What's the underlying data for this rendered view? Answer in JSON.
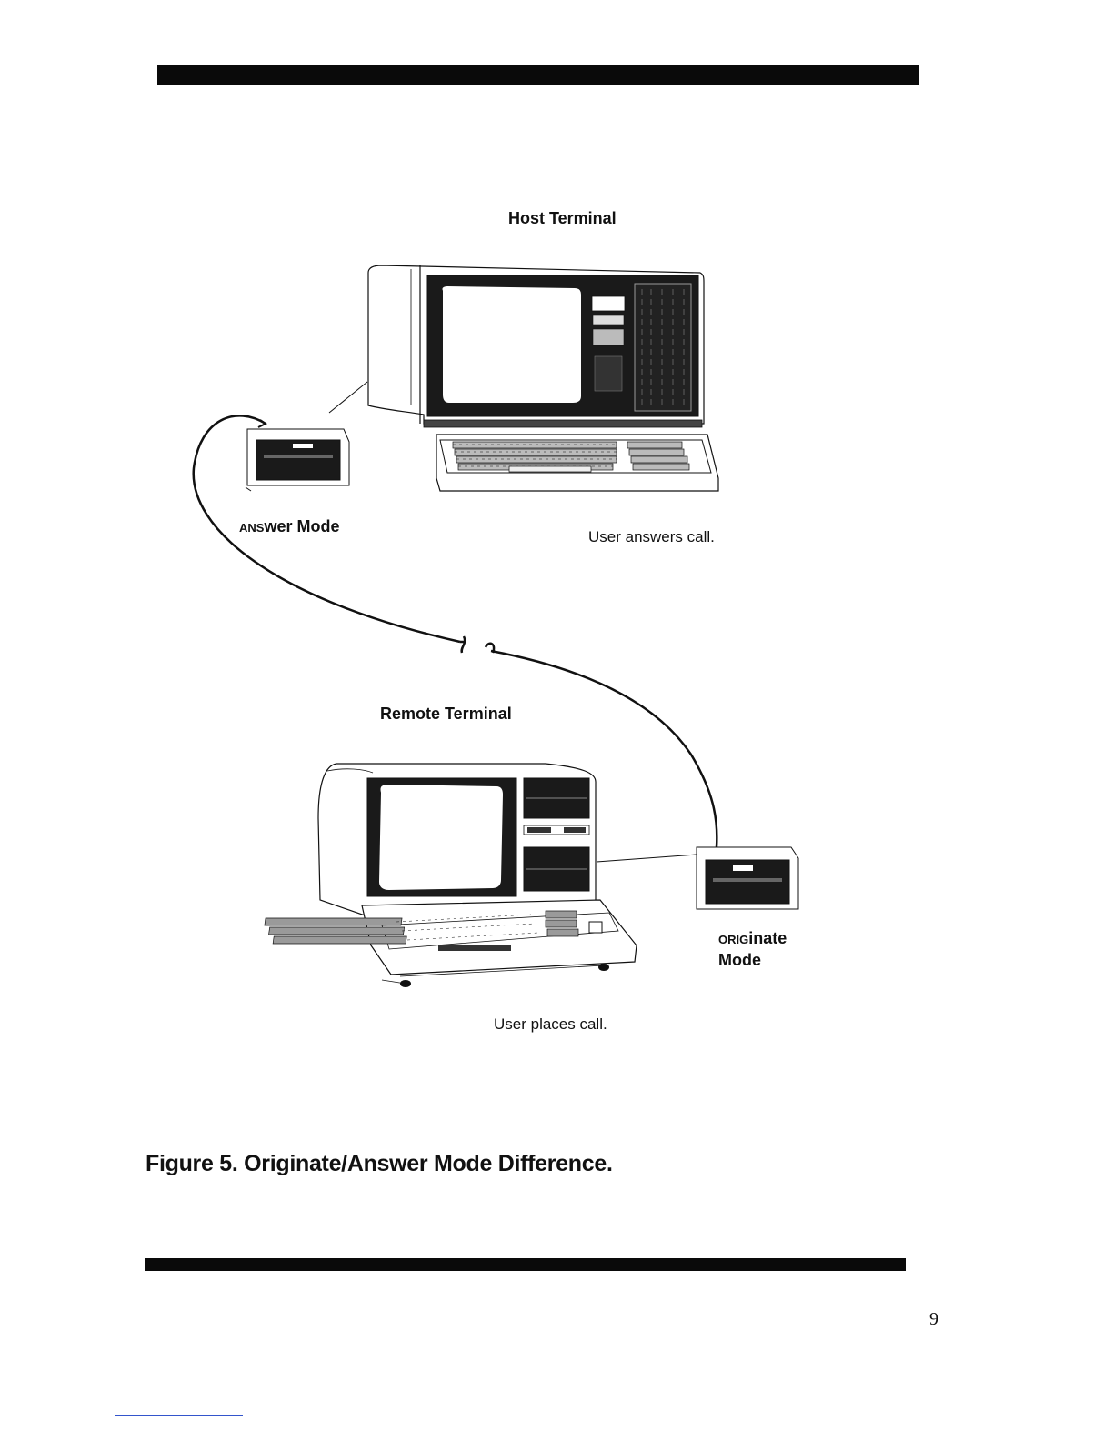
{
  "figure": {
    "host_terminal_label": "Host Terminal",
    "answer_mode": {
      "smallcaps": "ANS",
      "rest": "wer Mode"
    },
    "user_answers": "User answers call.",
    "remote_terminal_label": "Remote Terminal",
    "originate_mode": {
      "smallcaps": "ORIG",
      "rest": "inate",
      "line2": "Mode"
    },
    "user_places": "User places call.",
    "caption": "Figure 5. Originate/Answer Mode Difference."
  },
  "page": {
    "number": "9"
  },
  "icons": [
    "host-terminal-icon",
    "remote-terminal-icon",
    "answer-modem-icon",
    "originate-modem-icon",
    "telephone-line-icon"
  ]
}
